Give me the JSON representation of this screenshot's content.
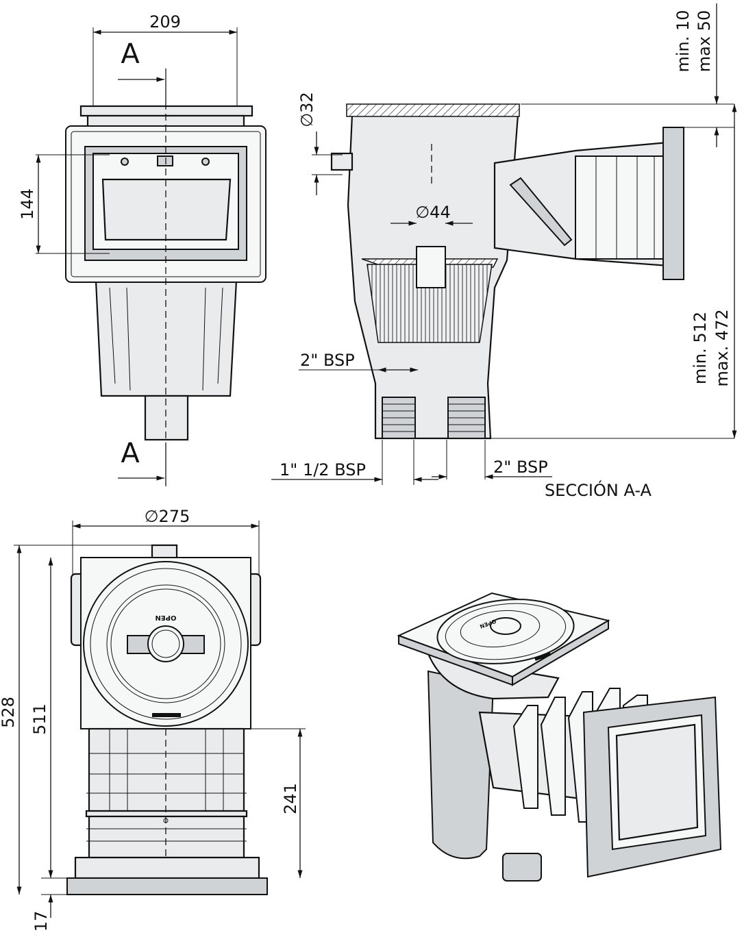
{
  "front_view": {
    "width_dim": "209",
    "section_mark_top": "A",
    "section_mark_bottom": "A",
    "mouth_height_dim": "144"
  },
  "section_view": {
    "inlet_dia": "∅32",
    "outlet_dia": "∅44",
    "thread_inner": "2\" BSP",
    "thread_left": "1\" 1/2 BSP",
    "thread_right": "2\" BSP",
    "title": "SECCIÓN A-A",
    "water_level_min": "min. 10",
    "water_level_max": "max 50",
    "height_min": "min. 512",
    "height_max": "max. 472"
  },
  "top_view": {
    "diameter_dim": "∅275",
    "lid_text": "OPEN",
    "height_total": "528",
    "height_body": "511",
    "height_lower": "241",
    "flange_dim": "17"
  },
  "iso_view": {
    "lid_text": "OPEN"
  },
  "colors": {
    "line": "#111111",
    "part_fill": "#e9ebec",
    "shade": "#cfd3d5"
  }
}
